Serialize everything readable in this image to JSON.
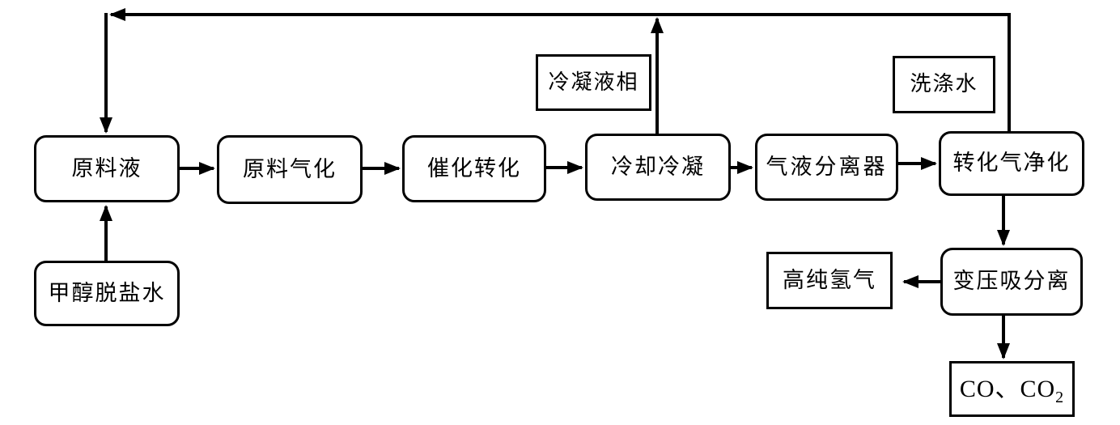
{
  "diagram": {
    "type": "process-flowchart",
    "colors": {
      "line": "#000000",
      "background": "#ffffff",
      "text": "#000000"
    },
    "nodes": {
      "feed_liquid": {
        "label": "原料液",
        "shape": "rounded"
      },
      "feed_vaporization": {
        "label": "原料气化",
        "shape": "rounded"
      },
      "catalytic_conversion": {
        "label": "催化转化",
        "shape": "rounded"
      },
      "cooling_condensation": {
        "label": "冷却冷凝",
        "shape": "rounded"
      },
      "gas_liquid_separator": {
        "label": "气液分离器",
        "shape": "rounded"
      },
      "gas_purification": {
        "label": "转化气净化",
        "shape": "rounded"
      },
      "methanol_water": {
        "label": "甲醇脱盐水",
        "shape": "rounded"
      },
      "condensate_phase": {
        "label": "冷凝液相",
        "shape": "sharp"
      },
      "washing_water": {
        "label": "洗涤水",
        "shape": "sharp"
      },
      "psa": {
        "label": "变压吸分离",
        "shape": "rounded"
      },
      "hydrogen": {
        "label": "高纯氢气",
        "shape": "sharp"
      },
      "co_co2": {
        "label_main": "CO、CO",
        "label_sub": "2",
        "shape": "sharp"
      }
    },
    "edges": [
      {
        "from": "feed_liquid",
        "to": "feed_vaporization"
      },
      {
        "from": "feed_vaporization",
        "to": "catalytic_conversion"
      },
      {
        "from": "catalytic_conversion",
        "to": "cooling_condensation"
      },
      {
        "from": "cooling_condensation",
        "to": "gas_liquid_separator"
      },
      {
        "from": "gas_liquid_separator",
        "to": "gas_purification"
      },
      {
        "from": "gas_purification",
        "to": "feed_liquid",
        "type": "recycle-top-line"
      },
      {
        "from": "cooling_condensation",
        "to": "recycle-top-line",
        "type": "up-merge",
        "near_label": "冷凝液相"
      },
      {
        "from": "methanol_water",
        "to": "feed_liquid"
      },
      {
        "from": "gas_purification",
        "to": "psa",
        "near_label": "洗涤水"
      },
      {
        "from": "psa",
        "to": "hydrogen"
      },
      {
        "from": "psa",
        "to": "co_co2"
      }
    ]
  }
}
